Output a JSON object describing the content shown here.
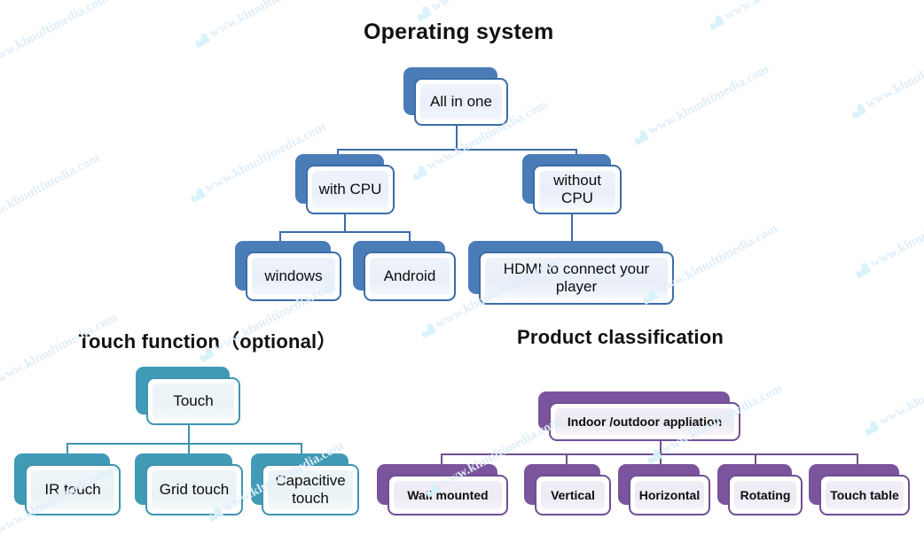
{
  "meta": {
    "watermark_text": "www.klmultimedia.com",
    "colors": {
      "blue_back": "#4a7cb8",
      "blue_border": "#3b6ca8",
      "teal_back": "#419ab6",
      "teal_border": "#3e94b0",
      "purple_back": "#7a559e",
      "purple_border": "#6f4f93",
      "card_face": "#eef3fb",
      "text": "#0d0d0d"
    }
  },
  "sections": {
    "operating_system": {
      "title": "Operating system",
      "root": {
        "label": "All in one"
      },
      "level2": [
        {
          "label": "with CPU"
        },
        {
          "label": "without CPU"
        }
      ],
      "level3_with_cpu": [
        {
          "label": "windows"
        },
        {
          "label": "Android"
        }
      ],
      "level3_without_cpu": [
        {
          "label": "HDMI to connect your player"
        }
      ]
    },
    "touch_function": {
      "title": "Touch function（optional）",
      "root": {
        "label": "Touch"
      },
      "children": [
        {
          "label": "IR touch"
        },
        {
          "label": "Grid touch"
        },
        {
          "label": "Capacitive touch"
        }
      ]
    },
    "product_classification": {
      "title": "Product classification",
      "root": {
        "label": "Indoor /outdoor appliation"
      },
      "children": [
        {
          "label": "Wall mounted"
        },
        {
          "label": "Vertical"
        },
        {
          "label": "Horizontal"
        },
        {
          "label": "Rotating"
        },
        {
          "label": "Touch table"
        }
      ]
    }
  }
}
